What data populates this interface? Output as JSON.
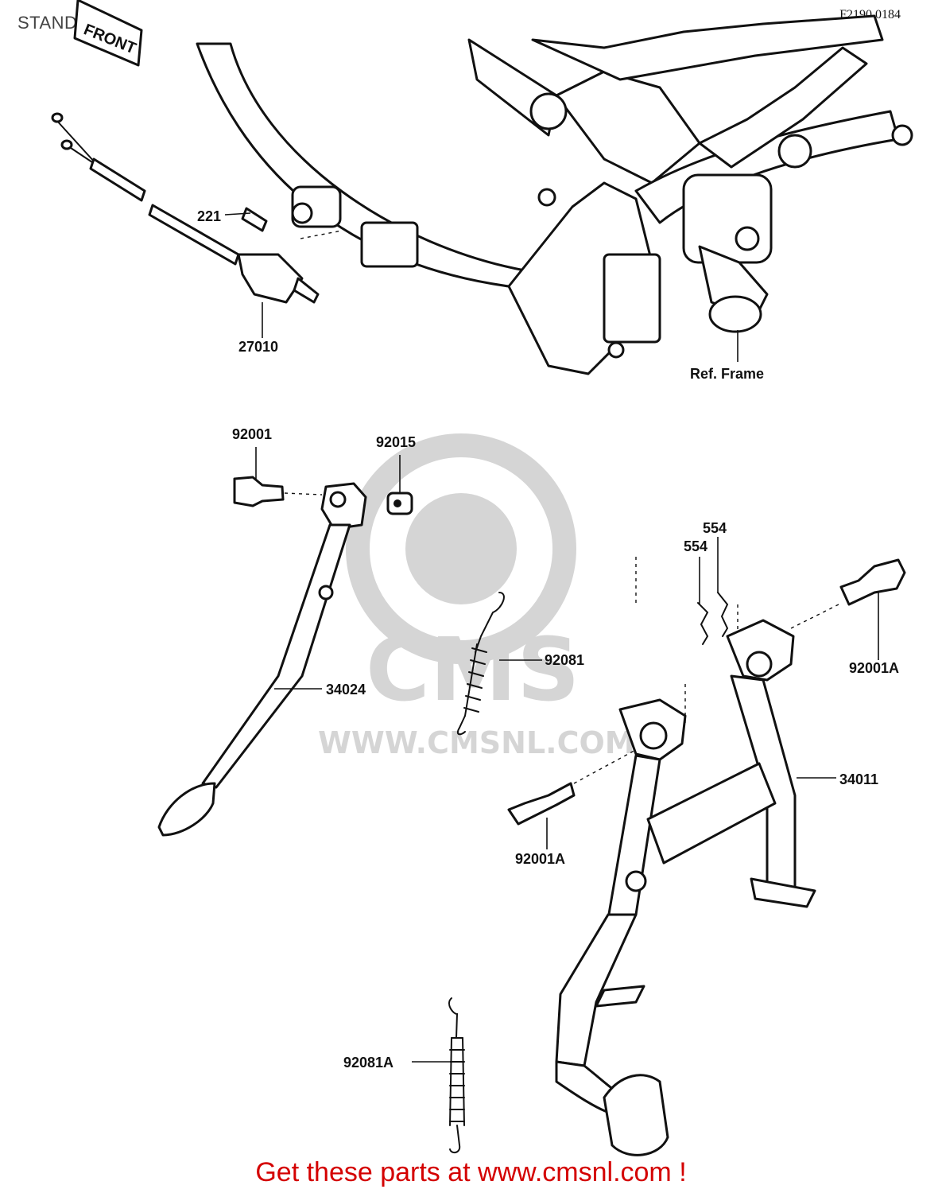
{
  "header": {
    "title": "STAND",
    "diagram_code": "F2190 0184"
  },
  "front_tag": "FRONT",
  "parts": {
    "p221": "221",
    "p27010": "27010",
    "ref_frame": "Ref. Frame",
    "p92001": "92001",
    "p92015": "92015",
    "p554a": "554",
    "p554b": "554",
    "p92001A_right": "92001A",
    "p92081": "92081",
    "p34024": "34024",
    "p34011": "34011",
    "p92001A_left": "92001A",
    "p92081A": "92081A"
  },
  "watermark": {
    "text": "WWW.CMSNL.COM",
    "logo": "CMS"
  },
  "footer": {
    "text": "Get these parts at www.cmsnl.com !"
  },
  "colors": {
    "footer": "#d40000",
    "line": "#111111"
  },
  "icons": {
    "front_arrow": "front-tag-icon"
  }
}
